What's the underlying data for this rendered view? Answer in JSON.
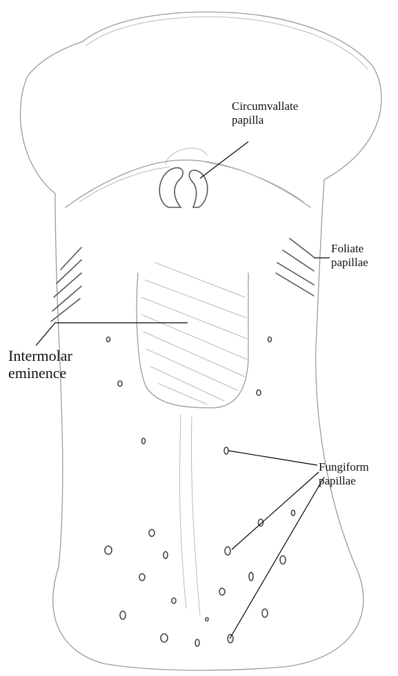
{
  "labels": {
    "circumvallate": [
      "Circumvallate",
      "papilla"
    ],
    "foliate": [
      "Foliate",
      "papillae"
    ],
    "intermolar": [
      "Intermolar",
      "eminence"
    ],
    "fungiform": [
      "Fungiform",
      "papillae"
    ]
  },
  "colors": {
    "outline": "#9a9a9a",
    "hatching": "#b8b8b8",
    "papilla": "#555555",
    "leader": "#000000"
  }
}
